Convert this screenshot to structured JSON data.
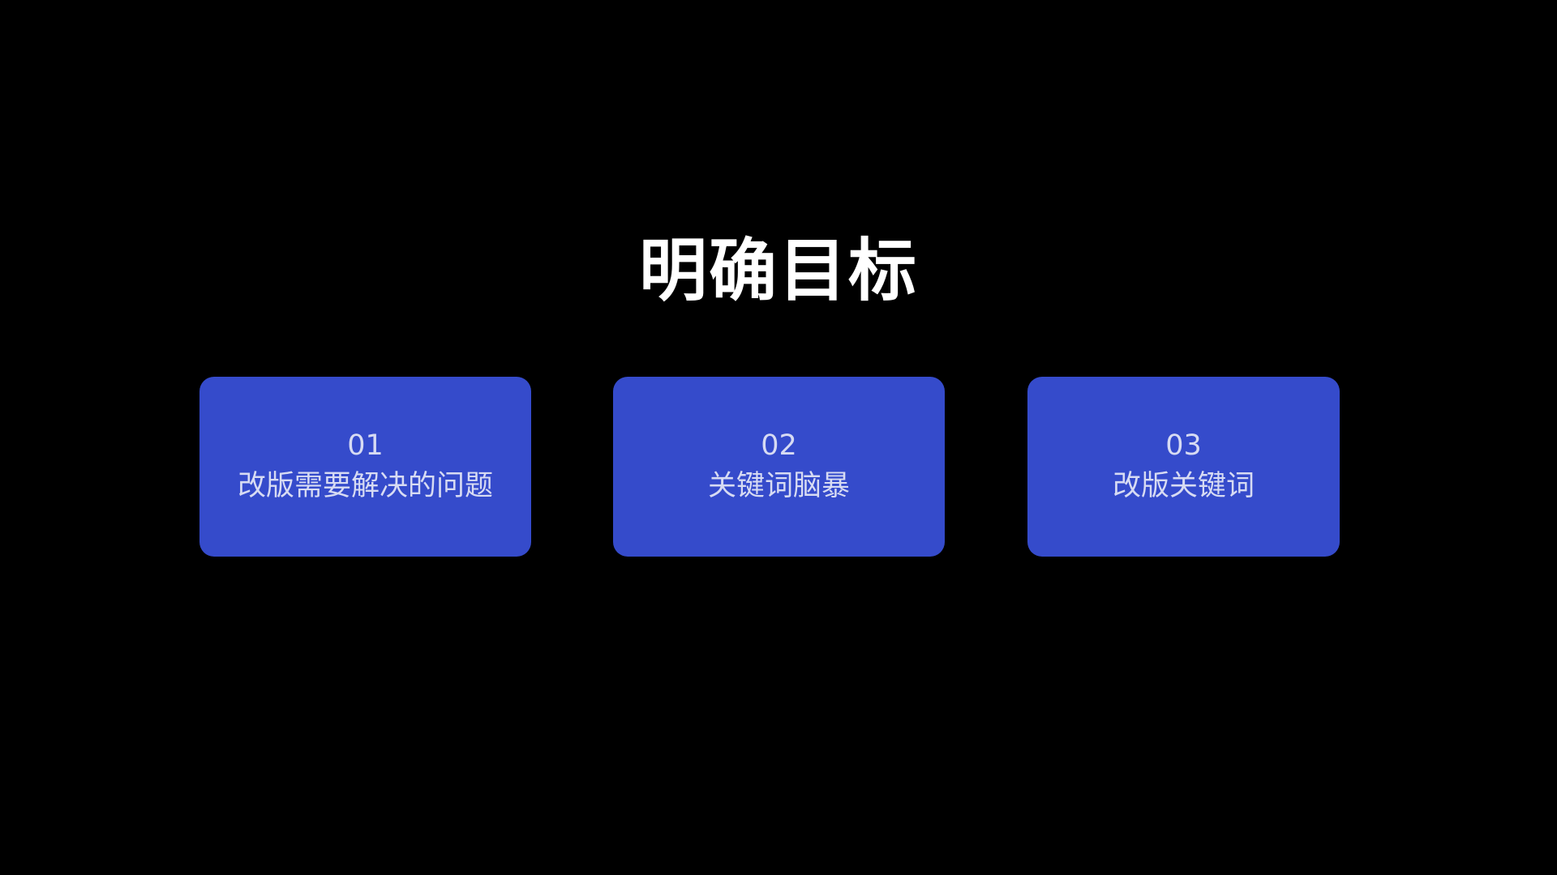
{
  "slide": {
    "title": "明确目标",
    "background_color": "#000000",
    "card_color": "#354bcb",
    "cards": [
      {
        "number": "01",
        "label": "改版需要解决的问题"
      },
      {
        "number": "02",
        "label": "关键词脑暴"
      },
      {
        "number": "03",
        "label": "改版关键词"
      }
    ]
  }
}
